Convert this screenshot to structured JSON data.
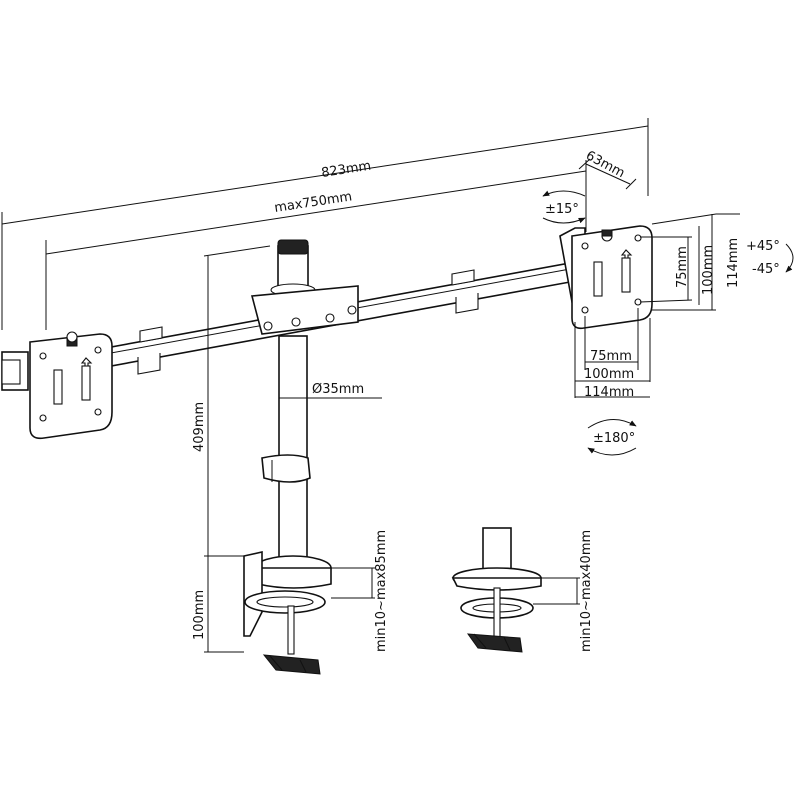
{
  "diagram": {
    "dimensions": {
      "total_width": "823mm",
      "max_arm_span": "max750mm",
      "depth": "63mm",
      "pole_height": "409mm",
      "clamp_height": "100mm",
      "pole_diameter": "Ø35mm",
      "clamp_range_a": "min10~max85mm",
      "clamp_range_b": "min10~max40mm",
      "vesa_75_h": "75mm",
      "vesa_100_h": "100mm",
      "vesa_114_h": "114mm",
      "vesa_75_w": "75mm",
      "vesa_100_w": "100mm",
      "vesa_114_w": "114mm"
    },
    "rotations": {
      "tilt": "±15°",
      "swivel": "±180°",
      "pos": "+45°",
      "neg": "-45°"
    }
  }
}
